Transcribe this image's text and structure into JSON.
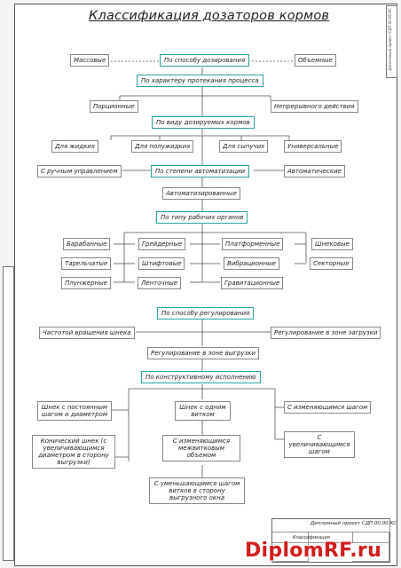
{
  "title": "Классификация дозаторов кормов",
  "stamp_text": "Дипломный проект СДП 00.00.КС",
  "watermark": "DiplomRF.ru",
  "title_block": {
    "code": "Дипломный проект СДП 00.00.КС",
    "name": "Классификация"
  },
  "headers": {
    "h1": "По способу дозирования",
    "h2": "По характеру протекания процесса",
    "h3": "По виду дозируемых кормов",
    "h4": "По степени автоматизации",
    "h5": "По типу рабочих органов",
    "h6": "По способу регулирования",
    "h7": "По конструктивному исполнению"
  },
  "nodes": {
    "massovye": "Массовые",
    "obemnye": "Объемные",
    "portsionnye": "Порционные",
    "nepreryvnogo": "Непрерывного действия",
    "zhidkih": "Для жидких",
    "poluzhidkih": "Для полужидких",
    "sypuchih": "Для сыпучих",
    "universalnye": "Универсальные",
    "ruchnoe": "С ручным управлением",
    "avtomaticheskie": "Автоматические",
    "avtomatizirovannye": "Автоматизированные",
    "barabannye": "Барабанные",
    "tarelchatye": "Тарельчатые",
    "plunzhernye": "Плунжерные",
    "greidernye": "Грейдерные",
    "shtiftovye": "Штифтовые",
    "lentochnye": "Ленточные",
    "platformennye": "Платформенные",
    "vibratsionnye": "Вибрационные",
    "gravitatsionnye": "Гравитационные",
    "shnekovye": "Шнековые",
    "sektornye": "Секторные",
    "chastotoi": "Частотой вращения шнека",
    "reg_zagruzki": "Регулирование в зоне загрузки",
    "reg_vygruzki": "Регулирование в зоне выгрузки",
    "shnek_post": "Шнек с постоянным шагом и диаметром",
    "konicheskii": "Конический шнек (с увеличивающимся диаметром в сторону выгрузки)",
    "shnek_odnim": "Шнек с одним витком",
    "izm_shagom": "С изменяющимся шагом",
    "izm_mezhvit": "С изменяющимся межвитковым объемом",
    "uvel_shagom": "С увеличивающимся шагом",
    "umen_shagom": "С уменьшающимся шагом витков в сторону выгрузного окна"
  }
}
